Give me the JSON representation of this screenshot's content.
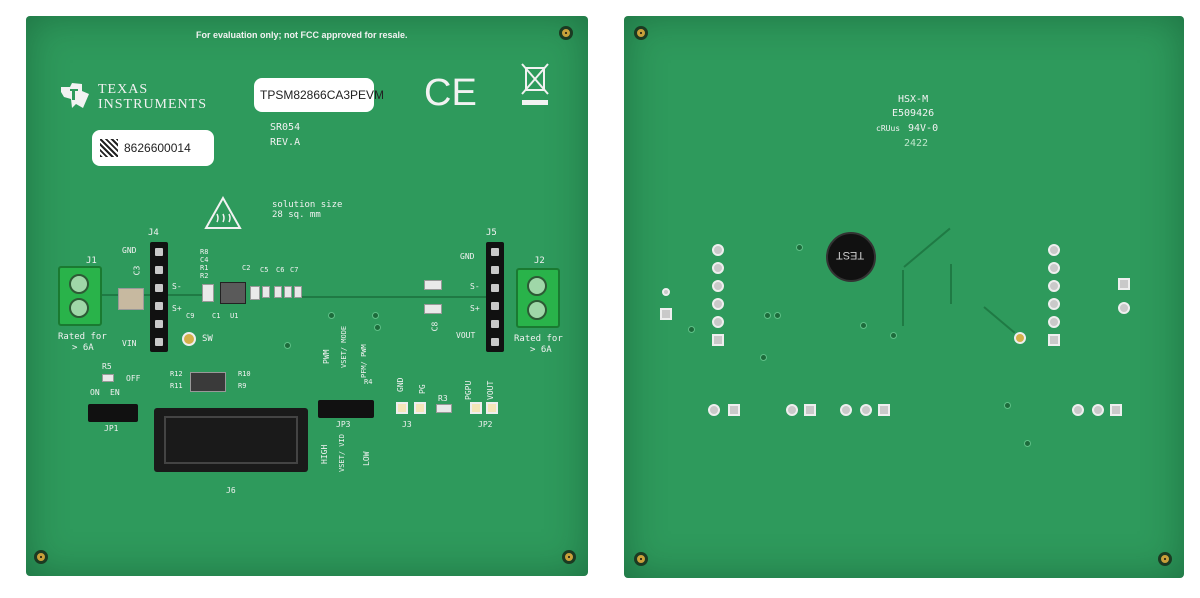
{
  "front": {
    "disclaimer": "For evaluation only; not FCC approved for resale.",
    "brand_line1": "TEXAS",
    "brand_line2": "INSTRUMENTS",
    "model": "TPSM82866CA3PEVM",
    "serial": "8626600014",
    "ce_mark": "CE",
    "board_id": "SR054",
    "revision": "REV.A",
    "solution_size_line1": "solution size",
    "solution_size_line2": "28 sq. mm",
    "labels": {
      "j1": "J1",
      "j2": "J2",
      "j3": "J3",
      "j4": "J4",
      "j5": "J5",
      "j6": "J6",
      "jp1": "JP1",
      "jp2": "JP2",
      "jp3": "JP3",
      "gnd_left": "GND",
      "s_minus_left": "S-",
      "s_plus_left": "S+",
      "vin": "VIN",
      "gnd_right": "GND",
      "s_minus_right": "S-",
      "s_plus_right": "S+",
      "vout_right": "VOUT",
      "rated_left_1": "Rated for",
      "rated_left_2": "> 6A",
      "rated_right_1": "Rated for",
      "rated_right_2": "> 6A",
      "sw": "SW",
      "c3": "C3",
      "c8": "C8",
      "c9": "C9",
      "r5": "R5",
      "on": "ON",
      "en": "EN",
      "off": "OFF",
      "r12": "R12",
      "r11": "R11",
      "r10": "R10",
      "r9": "R9",
      "r4": "R4",
      "r3": "R3",
      "pwm": "PWM",
      "vset_mode": "VSET/ MODE",
      "pfm_pwm": "PFM/ PWM",
      "high": "HIGH",
      "vset_vid": "VSET/ VID",
      "low": "LOW",
      "gnd_bottom": "GND",
      "pg": "PG",
      "pgpu": "PGPU",
      "vout_bottom": "VOUT",
      "r8": "R8",
      "c4": "C4",
      "r1": "R1",
      "r2": "R2",
      "c2": "C2",
      "c5": "C5",
      "c6": "C6",
      "c7": "C7",
      "c1": "C1",
      "u1": "U1"
    }
  },
  "back": {
    "mfg_code": "HSX-M",
    "ul_file": "E509426",
    "rating": "94V-0",
    "date_code": "2422",
    "test_stamp": "TEST",
    "ul_mark": "cRUus"
  },
  "colors": {
    "pcb_green": "#2e9a5c",
    "silkscreen": "#f2f2f2",
    "terminal_green": "#29b34a"
  }
}
